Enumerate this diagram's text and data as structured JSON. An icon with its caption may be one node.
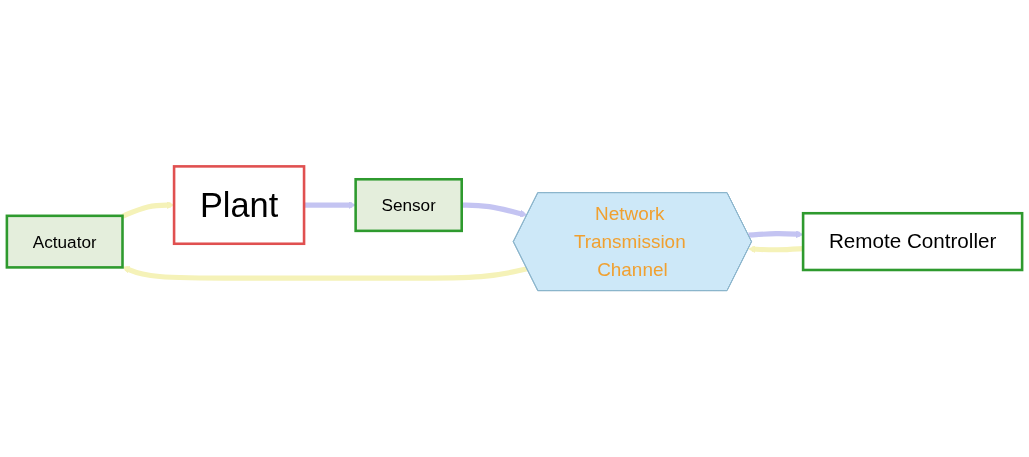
{
  "diagram": {
    "nodes": [
      {
        "text": [
          "Actuator"
        ]
      },
      {
        "text": [
          "Plant"
        ]
      },
      {
        "text": [
          "Sensor"
        ]
      },
      {
        "text": [
          "Network Transmission Channel"
        ]
      },
      {
        "text": [
          "Remote Controller"
        ]
      }
    ],
    "edges": [
      {
        "from": 0,
        "to": 1,
        "arrow": "to",
        "color": "#f5f2b8"
      },
      {
        "from": 1,
        "to": 2,
        "arrow": "to",
        "color": "#c4c4f2"
      },
      {
        "from": 2,
        "to": 3,
        "arrow": "to",
        "color": "#c4c4f2"
      },
      {
        "from": 3,
        "to": 4,
        "arrow": "to",
        "color": "#c4c4f2"
      },
      {
        "from": 4,
        "to": 3,
        "arrow": "to",
        "color": "#f5f2b8"
      },
      {
        "from": 3,
        "to": 0,
        "arrow": "to",
        "color": "#f5f2b8"
      }
    ]
  }
}
